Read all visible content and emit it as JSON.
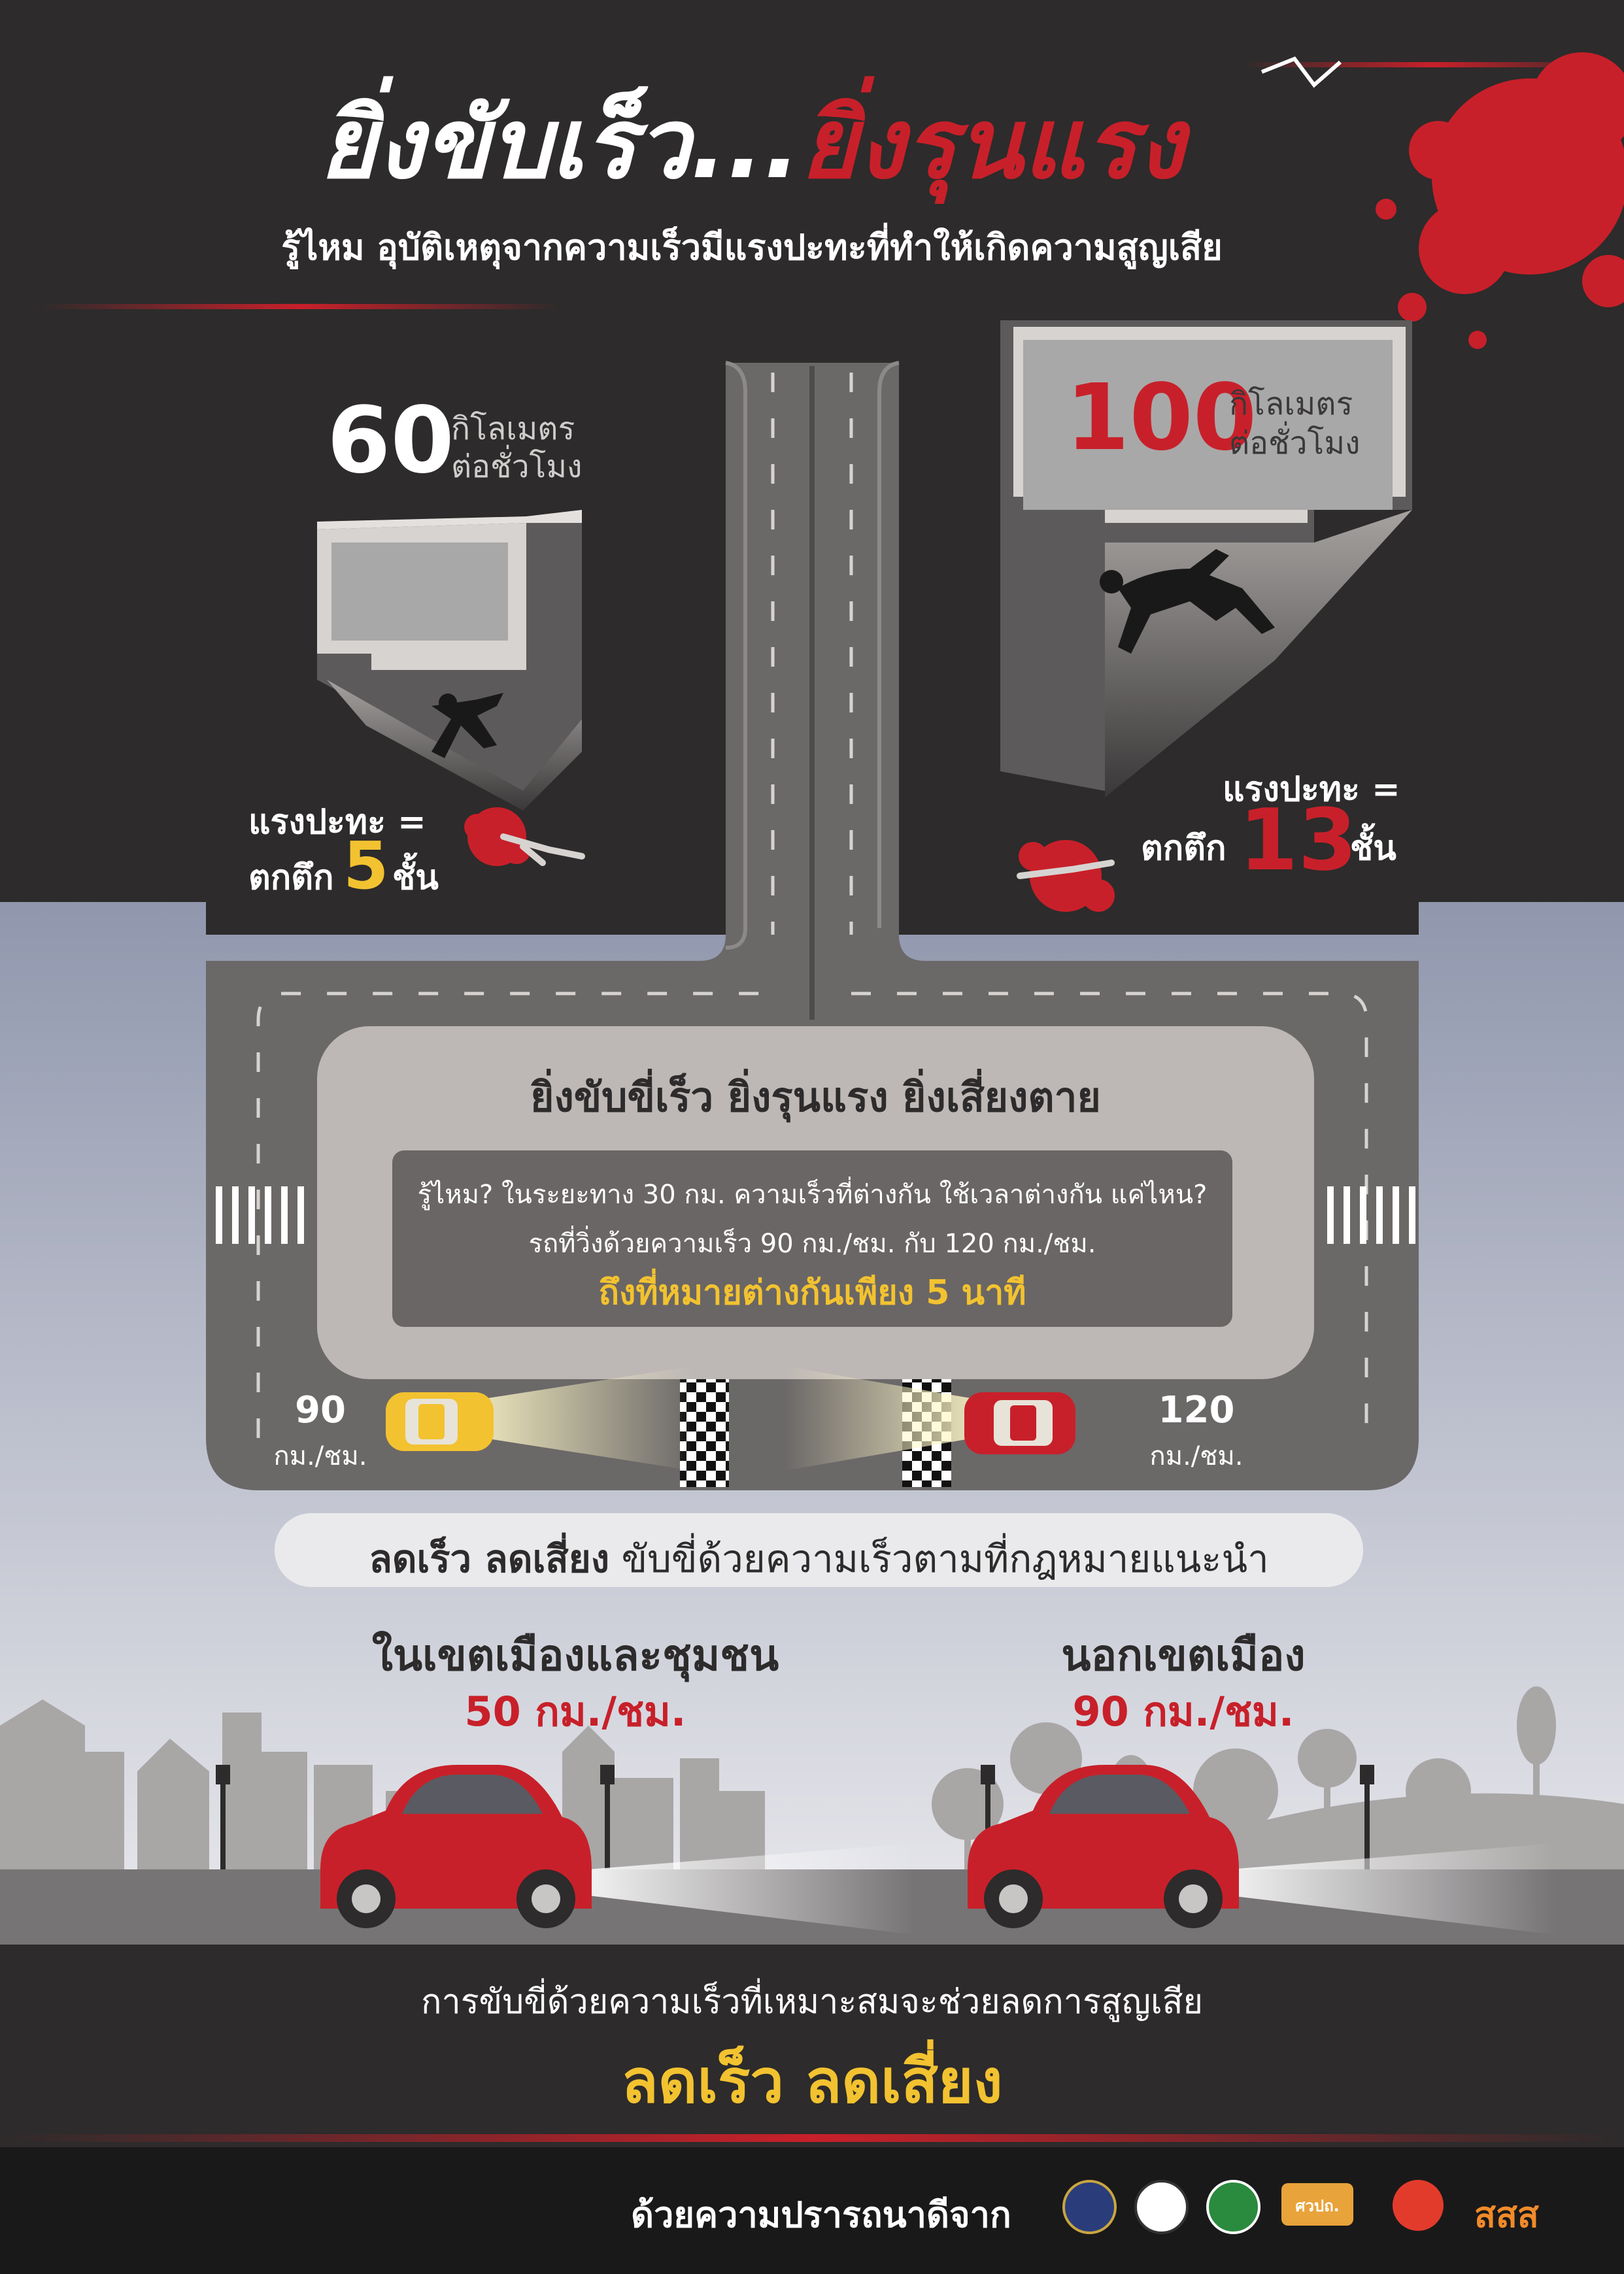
{
  "header": {
    "title_part1": "ยิ่งขับเร็ว...",
    "title_part2": "ยิ่งรุนแรง",
    "subtitle": "รู้ไหม อุบัติเหตุจากความเร็วมีแรงปะทะที่ทำให้เกิดความสูญเสีย"
  },
  "left_building": {
    "speed_value": "60",
    "speed_unit_line1": "กิโลเมตร",
    "speed_unit_line2": "ต่อชั่วโมง",
    "impact_label": "แรงปะทะ =",
    "fall_label": "ตกตึก",
    "floors": "5",
    "floors_unit": "ชั้น"
  },
  "right_building": {
    "speed_value": "100",
    "speed_unit_line1": "กิโลเมตร",
    "speed_unit_line2": "ต่อชั่วโมง",
    "impact_label": "แรงปะทะ =",
    "fall_label": "ตกตึก",
    "floors": "13",
    "floors_unit": "ชั้น"
  },
  "center_box": {
    "heading": "ยิ่งขับขี่เร็ว ยิ่งรุนแรง ยิ่งเสี่ยงตาย",
    "line1": "รู้ไหม? ในระยะทาง 30 กม. ความเร็วที่ต่างกัน ใช้เวลาต่างกัน แค่ไหน?",
    "line2": "รถที่วิ่งด้วยความเร็ว 90 กม./ชม.  กับ 120 กม./ชม.",
    "highlight": "ถึงที่หมายต่างกันเพียง 5 นาที"
  },
  "race": {
    "left_speed": "90",
    "left_unit": "กม./ชม.",
    "right_speed": "120",
    "right_unit": "กม./ชม."
  },
  "advice_banner": {
    "bold": "ลดเร็ว ลดเสี่ยง",
    "rest": " ขับขี่ด้วยความเร็วตามที่กฎหมายแนะนำ"
  },
  "zones": [
    {
      "label": "ในเขตเมืองและชุมชน",
      "limit": "50 กม./ชม."
    },
    {
      "label": "นอกเขตเมือง",
      "limit": "90 กม./ชม."
    }
  ],
  "footer": {
    "message": "การขับขี่ด้วยความเร็วที่เหมาะสมจะช่วยลดการสูญเสีย",
    "slogan": "ลดเร็ว ลดเสี่ยง",
    "credit": "ด้วยความปรารถนาดีจาก",
    "logos": [
      {
        "name": "ministry-seal",
        "text": ""
      },
      {
        "name": "police-seal",
        "text": ""
      },
      {
        "name": "health-dept-logo",
        "text": ""
      },
      {
        "name": "dept-logo",
        "text": "ศวปถ."
      },
      {
        "name": "network-logo",
        "text": ""
      },
      {
        "name": "thaihealth-logo",
        "text": "สสส"
      }
    ]
  },
  "colors": {
    "accent_red": "#c8202a",
    "accent_yellow": "#f2c230",
    "background_dark": "#2d2b2b",
    "road_gray": "#6b6868"
  }
}
